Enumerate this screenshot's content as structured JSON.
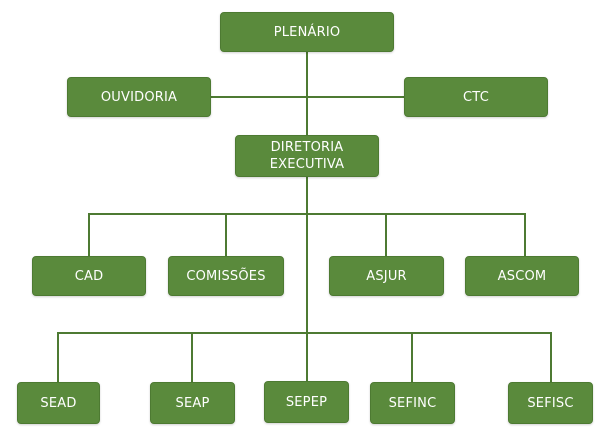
{
  "colors": {
    "box_fill": "#5a8a3c",
    "box_text": "#ffffff",
    "connector": "#4d7a32"
  },
  "nodes": {
    "plenario": "PLENÁRIO",
    "ouvidoria": "OUVIDORIA",
    "ctc": "CTC",
    "diretoria_executiva": "DIRETORIA\nEXECUTIVA",
    "cad": "CAD",
    "comissoes": "COMISSÕES",
    "asjur": "ASJUR",
    "ascom": "ASCOM",
    "sead": "SEAD",
    "seap": "SEAP",
    "sepep": "SEPEP",
    "sefinc": "SEFINC",
    "sefisc": "SEFISC"
  },
  "edges": [
    [
      "plenario",
      "ouvidoria"
    ],
    [
      "plenario",
      "ctc"
    ],
    [
      "plenario",
      "diretoria_executiva"
    ],
    [
      "diretoria_executiva",
      "cad"
    ],
    [
      "diretoria_executiva",
      "comissoes"
    ],
    [
      "diretoria_executiva",
      "asjur"
    ],
    [
      "diretoria_executiva",
      "ascom"
    ],
    [
      "diretoria_executiva",
      "sead"
    ],
    [
      "diretoria_executiva",
      "seap"
    ],
    [
      "diretoria_executiva",
      "sepep"
    ],
    [
      "diretoria_executiva",
      "sefinc"
    ],
    [
      "diretoria_executiva",
      "sefisc"
    ]
  ]
}
